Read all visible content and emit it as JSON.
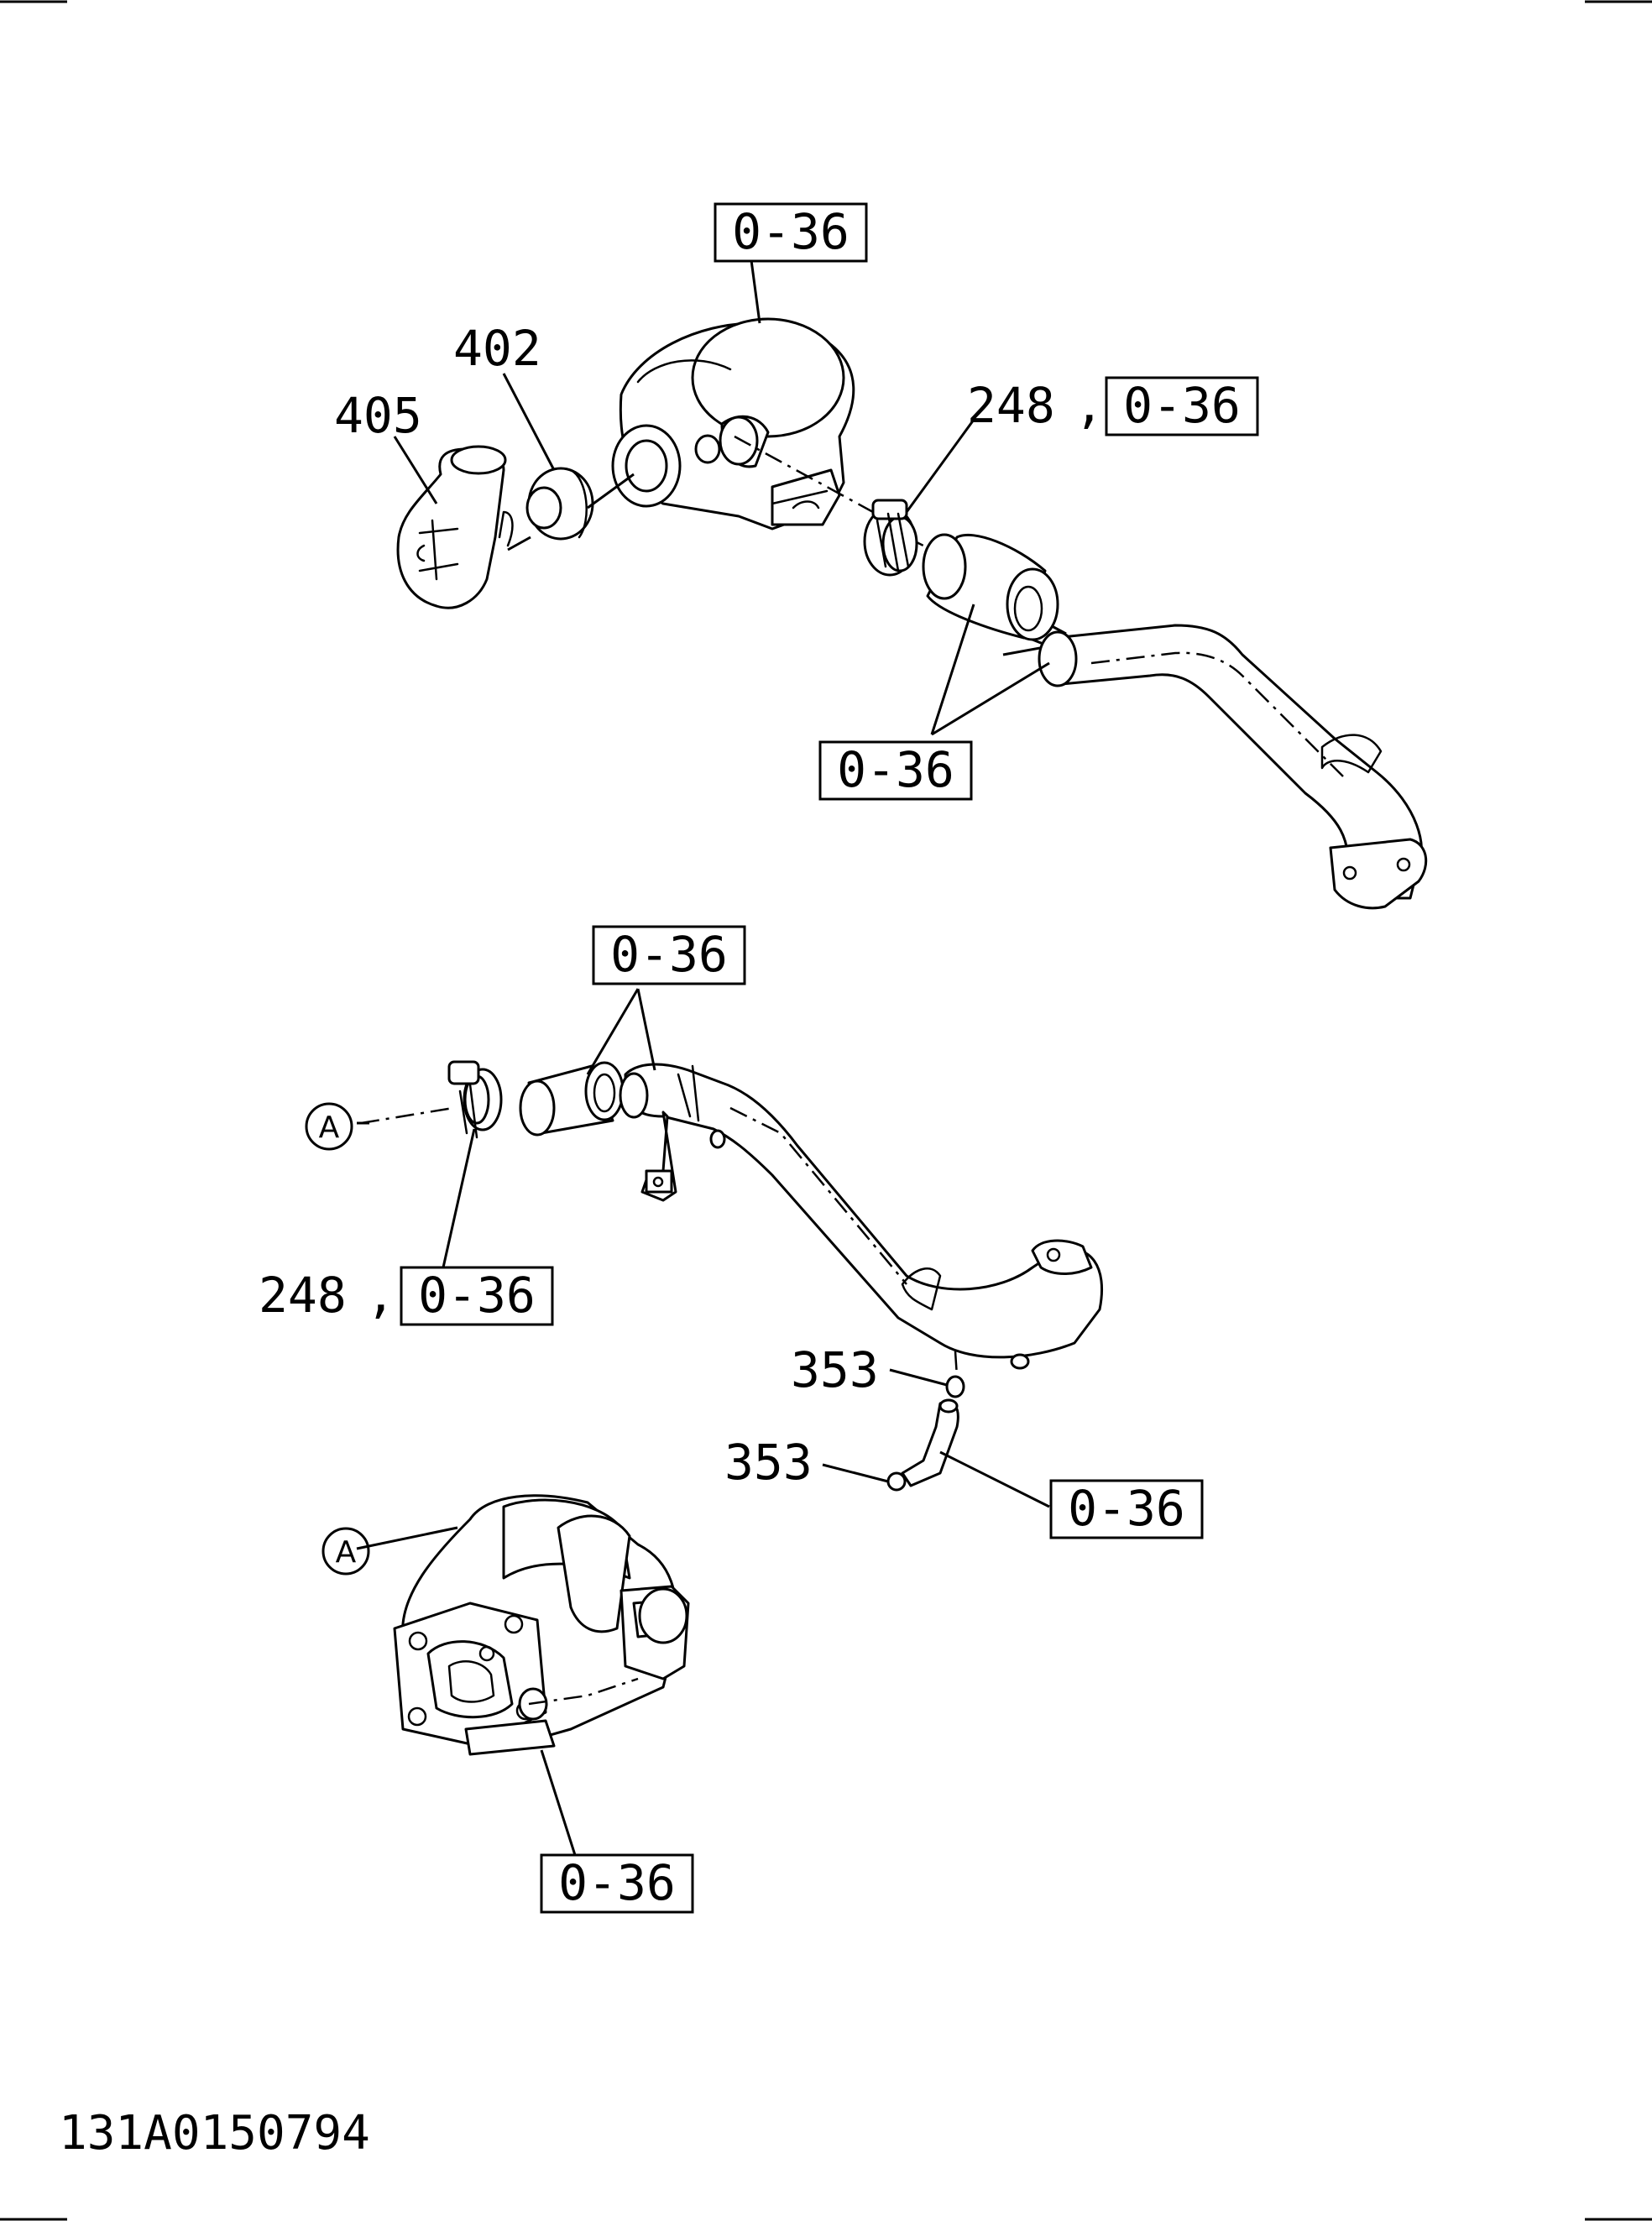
{
  "callouts": {
    "c402": "402",
    "c405": "405",
    "c248_top": "248",
    "c248_left": "248",
    "c353_upper": "353",
    "c353_lower": "353",
    "comma": ","
  },
  "refs": {
    "r_top": "0-36",
    "r_top_right": "0-36",
    "r_top_mid": "0-36",
    "r_mid": "0-36",
    "r_left": "0-36",
    "r_hose": "0-36",
    "r_bottom": "0-36"
  },
  "markers": {
    "a_upper": "A",
    "a_lower": "A"
  },
  "drawing_code": "131A0150794"
}
